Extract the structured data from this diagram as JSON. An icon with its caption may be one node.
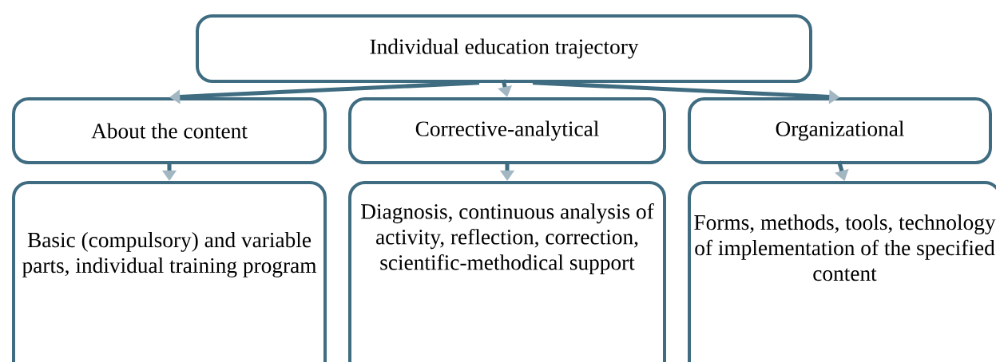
{
  "diagram": {
    "nodes": [
      {
        "text": [
          "Individual education trajectory"
        ]
      },
      {
        "text": [
          "About the content"
        ]
      },
      {
        "text": [
          "Corrective-analytical"
        ]
      },
      {
        "text": [
          "Organizational"
        ]
      },
      {
        "text": [
          "Basic (compulsory) and variable parts, individual training program"
        ]
      },
      {
        "text": [
          "Diagnosis, continuous analysis of activity, reflection, correction, scientific-methodical support"
        ]
      },
      {
        "text": [
          "Forms, methods, tools, technology of implementation of the specified content"
        ]
      }
    ],
    "edges": [
      {
        "from": 0,
        "to": 1,
        "arrow": "to"
      },
      {
        "from": 0,
        "to": 2,
        "arrow": "to"
      },
      {
        "from": 0,
        "to": 3,
        "arrow": "to"
      },
      {
        "from": 1,
        "to": 4,
        "arrow": "to"
      },
      {
        "from": 2,
        "to": 5,
        "arrow": "to"
      },
      {
        "from": 3,
        "to": 6,
        "arrow": "to"
      }
    ]
  }
}
